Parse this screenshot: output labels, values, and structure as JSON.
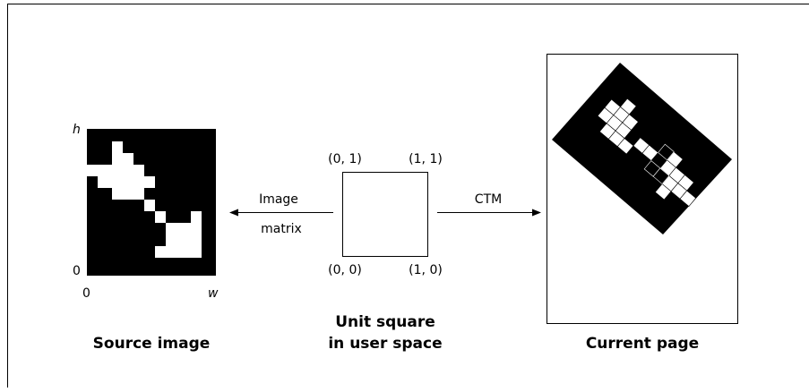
{
  "source_image": {
    "axis_y_label": "h",
    "axis_x_label": "w",
    "origin_y_label": "0",
    "origin_x_label": "0",
    "caption": "Source image"
  },
  "image_matrix_arrow": {
    "label_line1": "Image",
    "label_line2": "matrix"
  },
  "unit_square": {
    "corner_top_left": "(0, 1)",
    "corner_top_right": "(1, 1)",
    "corner_bottom_left": "(0, 0)",
    "corner_bottom_right": "(1, 0)",
    "caption_line1": "Unit square",
    "caption_line2": "in user space"
  },
  "ctm_arrow": {
    "label": "CTM"
  },
  "current_page": {
    "caption": "Current page"
  },
  "colors": {
    "ink": "#000000",
    "paper": "#ffffff"
  }
}
